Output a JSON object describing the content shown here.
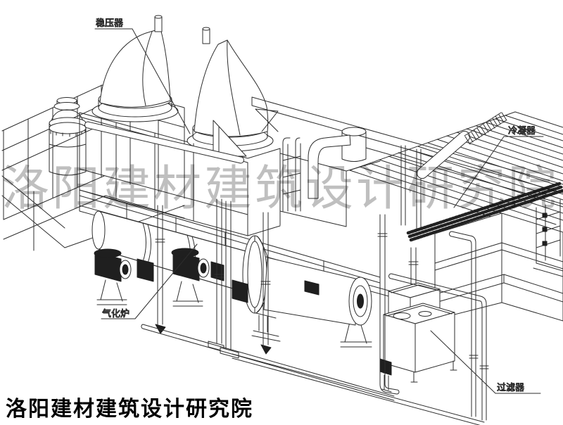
{
  "watermark": "洛阳建材建筑设计研究院",
  "caption": "洛阳建材建筑设计研究院",
  "labels": {
    "stabilizer": "稳压器",
    "condenser": "冷凝器",
    "gasifier": "气化炉",
    "filter": "过滤器"
  },
  "colors": {
    "line": "#2d2d2d",
    "watermark": "#bfbfbf",
    "caption": "#000000",
    "background": "#ffffff"
  }
}
